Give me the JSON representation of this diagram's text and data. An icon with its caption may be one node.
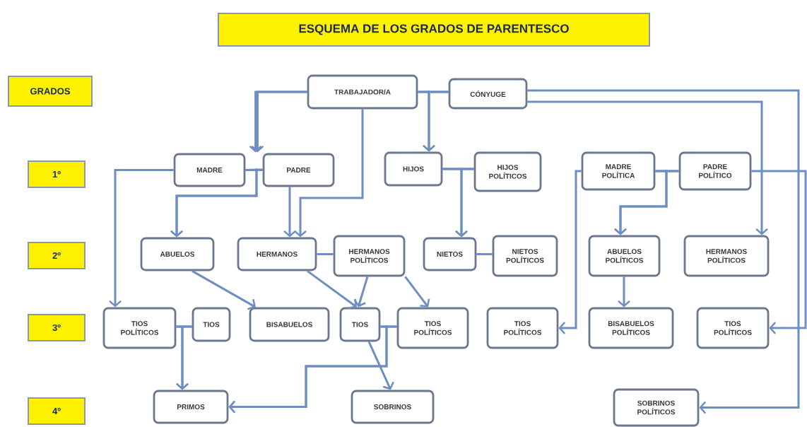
{
  "diagram": {
    "title": "ESQUEMA DE LOS GRADOS DE PARENTESCO",
    "nodes": [
      {
        "text": [
          "GRADOS"
        ]
      },
      {
        "text": [
          "1º"
        ]
      },
      {
        "text": [
          "2º"
        ]
      },
      {
        "text": [
          "3º"
        ]
      },
      {
        "text": [
          "4º"
        ]
      },
      {
        "text": [
          "TRABAJADOR/A"
        ]
      },
      {
        "text": [
          "CÓNYUGE"
        ]
      },
      {
        "text": [
          "MADRE"
        ]
      },
      {
        "text": [
          "PADRE"
        ]
      },
      {
        "text": [
          "HIJOS"
        ]
      },
      {
        "text": [
          "HIJOS POLÍTICOS"
        ]
      },
      {
        "text": [
          "MADRE POLÍTICA"
        ]
      },
      {
        "text": [
          "PADRE POLÍTICO"
        ]
      },
      {
        "text": [
          "ABUELOS"
        ]
      },
      {
        "text": [
          "HERMANOS"
        ]
      },
      {
        "text": [
          "HERMANOS POLÍTICOS"
        ]
      },
      {
        "text": [
          "NIETOS"
        ]
      },
      {
        "text": [
          "NIETOS POLÍTICOS"
        ]
      },
      {
        "text": [
          "ABUELOS POLÍTICOS"
        ]
      },
      {
        "text": [
          "HERMANOS POLÍTICOS"
        ]
      },
      {
        "text": [
          "TIOS POLÍTICOS"
        ]
      },
      {
        "text": [
          "TIOS"
        ]
      },
      {
        "text": [
          "BISABUELOS"
        ]
      },
      {
        "text": [
          "TIOS"
        ]
      },
      {
        "text": [
          "TIOS POLÍTICOS"
        ]
      },
      {
        "text": [
          "TIOS POLÍTICOS"
        ]
      },
      {
        "text": [
          "BISABUELOS POLÍTICOS"
        ]
      },
      {
        "text": [
          "TIOS POLÍTICOS"
        ]
      },
      {
        "text": [
          "PRIMOS"
        ]
      },
      {
        "text": [
          "SOBRINOS"
        ]
      },
      {
        "text": [
          "SOBRINOS POLÍTICOS"
        ]
      }
    ],
    "edges": [
      {
        "from": 7,
        "to": 8,
        "arrow": "none"
      },
      {
        "from": 5,
        "to": 7,
        "arrow": "to"
      },
      {
        "from": 5,
        "to": 8,
        "arrow": "to"
      },
      {
        "from": 5,
        "to": 6,
        "arrow": "none"
      },
      {
        "from": 5,
        "to": 9,
        "arrow": "to"
      },
      {
        "from": 6,
        "to": 9,
        "arrow": "to"
      },
      {
        "from": 9,
        "to": 10,
        "arrow": "none"
      },
      {
        "from": 9,
        "to": 16,
        "arrow": "to"
      },
      {
        "from": 10,
        "to": 16,
        "arrow": "to"
      },
      {
        "from": 16,
        "to": 17,
        "arrow": "none"
      },
      {
        "from": 7,
        "to": 20,
        "arrow": "to"
      },
      {
        "from": 7,
        "to": 13,
        "arrow": "to"
      },
      {
        "from": 8,
        "to": 13,
        "arrow": "to"
      },
      {
        "from": 8,
        "to": 14,
        "arrow": "to"
      },
      {
        "from": 5,
        "to": 14,
        "arrow": "to"
      },
      {
        "from": 14,
        "to": 15,
        "arrow": "none"
      },
      {
        "from": 13,
        "to": 22,
        "arrow": "to"
      },
      {
        "from": 14,
        "to": 23,
        "arrow": "to"
      },
      {
        "from": 15,
        "to": 23,
        "arrow": "to"
      },
      {
        "from": 15,
        "to": 24,
        "arrow": "to"
      },
      {
        "from": 20,
        "to": 21,
        "arrow": "none"
      },
      {
        "from": 20,
        "to": 28,
        "arrow": "to"
      },
      {
        "from": 21,
        "to": 28,
        "arrow": "to"
      },
      {
        "from": 23,
        "to": 24,
        "arrow": "none"
      },
      {
        "from": 23,
        "to": 28,
        "arrow": "to"
      },
      {
        "from": 24,
        "to": 28,
        "arrow": "to"
      },
      {
        "from": 23,
        "to": 29,
        "arrow": "to"
      },
      {
        "from": 11,
        "to": 12,
        "arrow": "none"
      },
      {
        "from": 11,
        "to": 25,
        "arrow": "to"
      },
      {
        "from": 11,
        "to": 18,
        "arrow": "to"
      },
      {
        "from": 12,
        "to": 18,
        "arrow": "to"
      },
      {
        "from": 18,
        "to": 26,
        "arrow": "to"
      },
      {
        "from": 6,
        "to": 19,
        "arrow": "to"
      },
      {
        "from": 6,
        "to": 30,
        "arrow": "to"
      },
      {
        "from": 12,
        "to": 27,
        "arrow": "to"
      }
    ]
  }
}
